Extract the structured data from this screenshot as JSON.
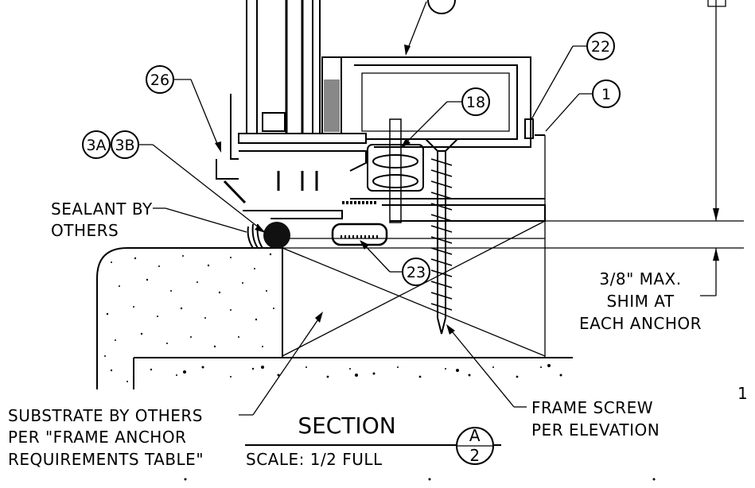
{
  "callouts": {
    "c26": "26",
    "c3a": "3A",
    "c3b": "3B",
    "c18": "18",
    "c22": "22",
    "c1": "1",
    "c23": "23"
  },
  "notes": {
    "sealant_line1": "SEALANT BY",
    "sealant_line2": "OTHERS",
    "shim_line1": "3/8\" MAX.",
    "shim_line2": "SHIM AT",
    "shim_line3": "EACH ANCHOR",
    "substrate_line1": "SUBSTRATE BY OTHERS",
    "substrate_line2": "PER \"FRAME ANCHOR",
    "substrate_line3": "REQUIREMENTS TABLE\"",
    "screw_line1": "FRAME SCREW",
    "screw_line2": "PER ELEVATION",
    "edge_mark": "1"
  },
  "title_block": {
    "title": "SECTION",
    "scale": "SCALE: 1/2 FULL",
    "detail_letter": "A",
    "detail_number": "2"
  }
}
